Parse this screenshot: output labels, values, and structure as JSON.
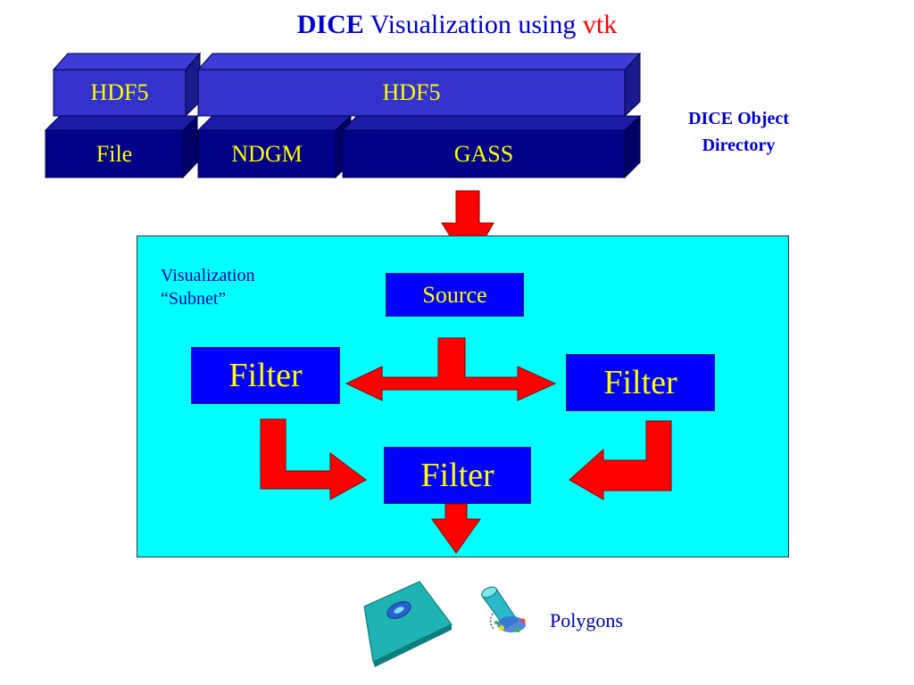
{
  "title": {
    "part1": "DICE",
    "part2": " Visualization using ",
    "part3": "vtk"
  },
  "layers": {
    "hdf5_small": "HDF5",
    "hdf5_wide": "HDF5",
    "file": "File",
    "ndgm": "NDGM",
    "gass": "GASS"
  },
  "directory_label": {
    "line1": "DICE Object",
    "line2": "Directory"
  },
  "subnet": {
    "label_line1": "Visualization",
    "label_line2": "“Subnet”",
    "source": "Source",
    "filter_left": "Filter",
    "filter_right": "Filter",
    "filter_bottom": "Filter"
  },
  "output": {
    "label": "Polygons"
  },
  "colors": {
    "title_blue": "#0000cc",
    "title_red": "#ff0000",
    "block_front": "#3333cc",
    "block_dark": "#000088",
    "block_text": "#ffff00",
    "panel": "#00ffff",
    "box": "#0000ff",
    "arrow": "#ff0000"
  }
}
